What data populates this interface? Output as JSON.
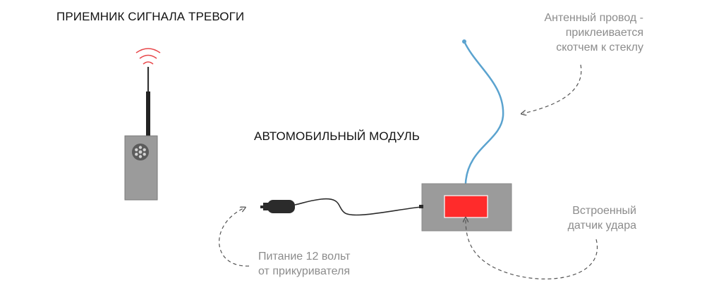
{
  "receiver": {
    "title": "ПРИЕМНИК СИГНАЛА ТРЕВОГИ",
    "signal_color": "#e8484b"
  },
  "module": {
    "title": "АВТОМОБИЛЬНЫЙ МОДУЛЬ",
    "body_color": "#9b9b9b",
    "indicator_color": "#ff2b2b"
  },
  "annotations": {
    "antenna": [
      "Антенный провод -",
      "приклеивается",
      "скотчем к стеклу"
    ],
    "sensor": [
      "Встроенный",
      "датчик удара"
    ],
    "power": [
      "Питание 12 вольт",
      "от прикуривателя"
    ]
  },
  "colors": {
    "antenna_wire": "#5ba3cf",
    "cable": "#2b2b2b",
    "annotation_text": "#8c8c8c",
    "arrow": "#555555"
  }
}
